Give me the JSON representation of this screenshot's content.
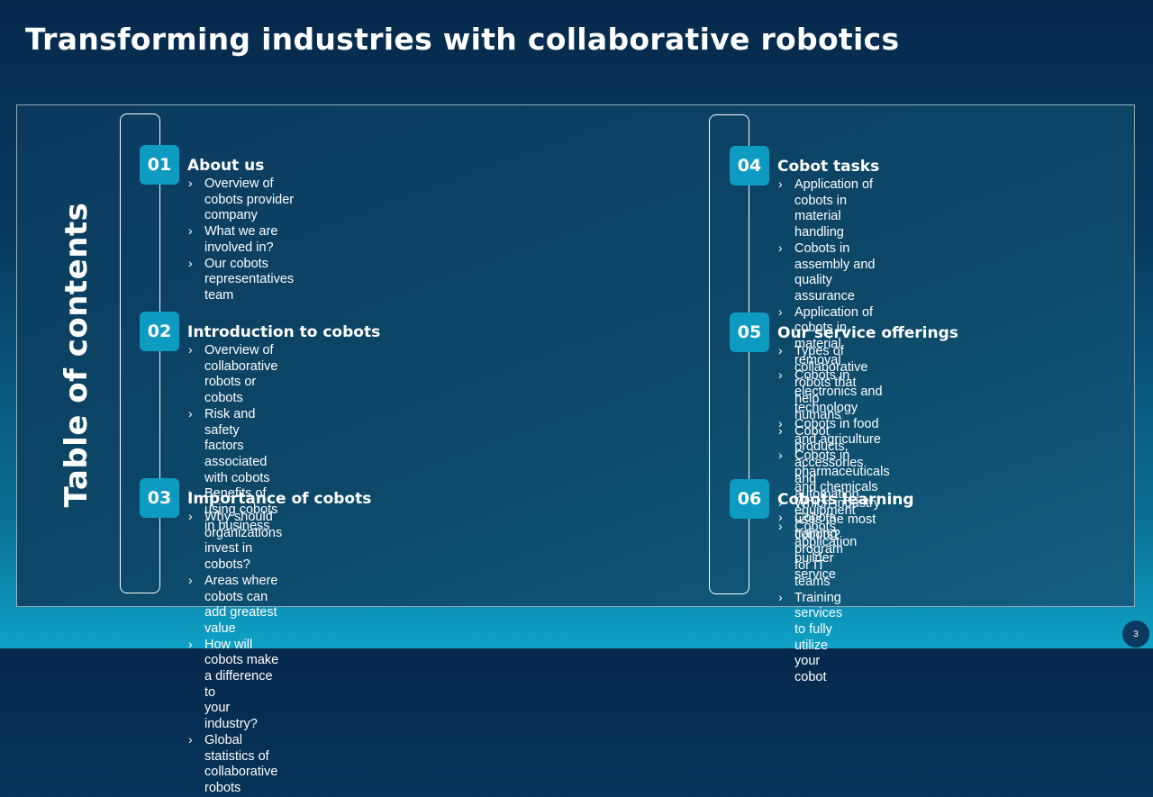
{
  "title": "Transforming industries with collaborative robotics",
  "vertical_heading": "Table of contents",
  "page_number": "3",
  "colors": {
    "accent": "#0e9bc1",
    "background_dark": "#06294c",
    "background_light": "#0ea1c6"
  },
  "sections": [
    {
      "number": "01",
      "heading": "About us",
      "items": [
        "Overview of cobots provider company",
        "What we are involved in?",
        "Our cobots representatives team"
      ]
    },
    {
      "number": "02",
      "heading": "Introduction to cobots",
      "items": [
        "Overview of collaborative robots or cobots",
        "Risk and safety factors associated\nwith cobots",
        "Benefits of using cobots in business"
      ]
    },
    {
      "number": "03",
      "heading": "Importance of cobots",
      "items": [
        "Why should organizations invest in cobots?",
        "Areas where cobots can add greatest value",
        "How will cobots make a difference to\nyour industry?",
        "Global statistics of collaborative robots"
      ]
    },
    {
      "number": "04",
      "heading": "Cobot tasks",
      "items": [
        "Application of cobots in material handling",
        "Cobots in assembly and quality assurance",
        "Application of cobots in material removal",
        "Cobots in electronics and technology",
        "Cobots in food and agriculture",
        "Cobots in pharmaceuticals and chemicals",
        "Which industry uses the most cobots?"
      ]
    },
    {
      "number": "05",
      "heading": "Our service offerings",
      "items": [
        "Types of collaborative robots that help humans",
        "Cobot products, accessories and\nautomation equipment",
        "Cobots application builder service"
      ]
    },
    {
      "number": "06",
      "heading": "Cobots learning",
      "items": [
        "Cobots training program for IT teams",
        "Training services to fully utilize your cobot"
      ]
    }
  ]
}
